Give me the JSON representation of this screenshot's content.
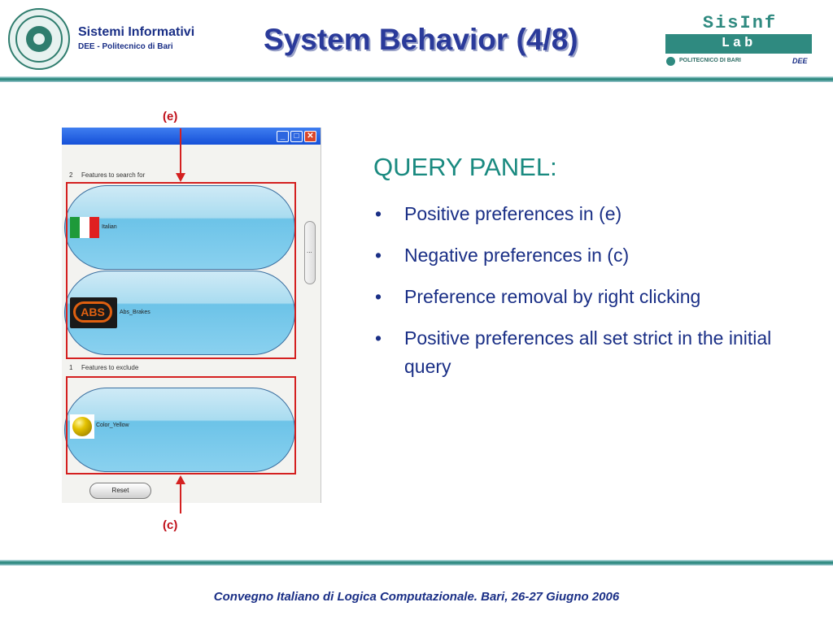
{
  "header": {
    "org_title": "Sistemi Informativi",
    "org_subtitle": "DEE - Politecnico di Bari",
    "slide_title": "System Behavior (4/8)"
  },
  "logo_right": {
    "line1": "SisInf",
    "line2": "Lab",
    "institution": "POLITECNICO DI BARI",
    "dept": "DEE"
  },
  "panel": {
    "annotation_top": "(e)",
    "annotation_bottom": "(c)",
    "include_count": "2",
    "include_header": "Features to search for",
    "exclude_count": "1",
    "exclude_header": "Features to exclude",
    "include_items": [
      "Italian",
      "Abs_Brakes"
    ],
    "exclude_items": [
      "Color_Yellow"
    ],
    "reset_label": "Reset",
    "scroll_handle": "...",
    "window_buttons": [
      "_",
      "□",
      "✕"
    ]
  },
  "content": {
    "heading": "QUERY PANEL:",
    "bullet_marker": "•",
    "bullets": [
      "Positive preferences in (e)",
      "Negative preferences in (c)",
      "Preference removal by right clicking",
      "Positive preferences all set strict in the initial query"
    ]
  },
  "footer": {
    "text": "Convegno Italiano di Logica Computazionale. Bari, 26-27 Giugno 2006"
  },
  "colors": {
    "title_blue": "#2a3a9a",
    "teal": "#1a8a80",
    "annotation_red": "#d42020"
  }
}
